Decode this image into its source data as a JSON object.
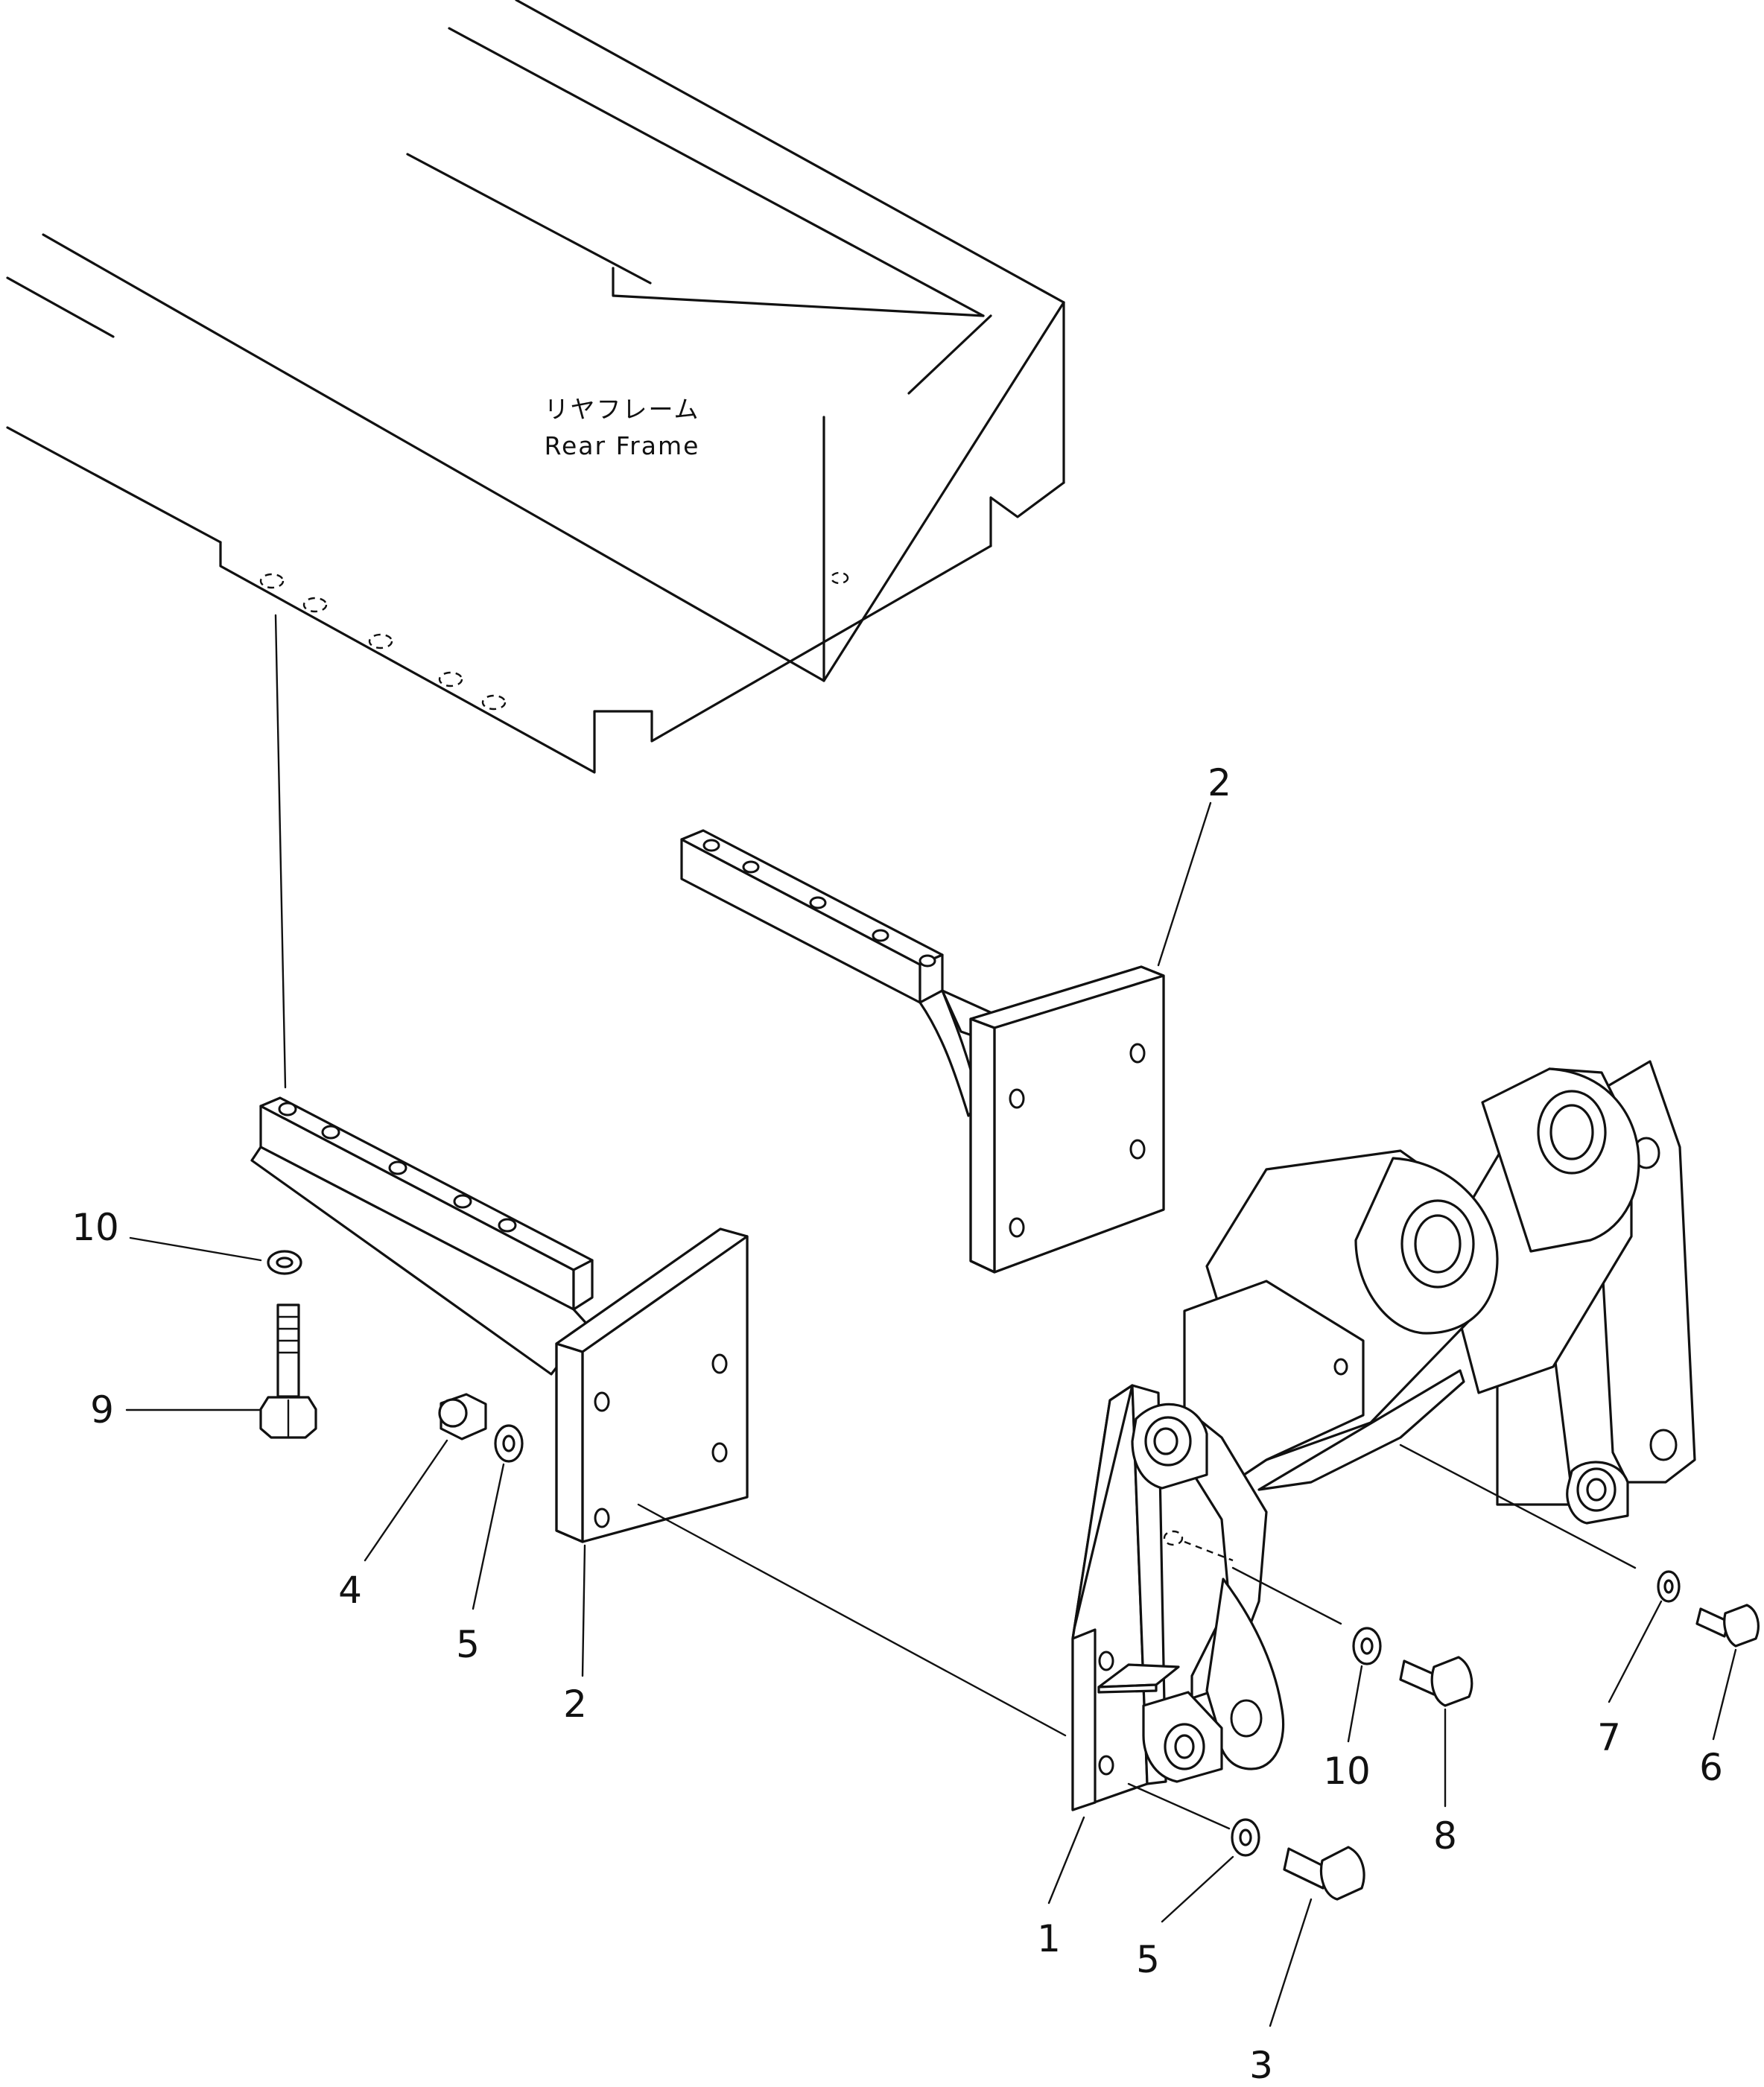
{
  "frame_label": {
    "japanese": "リヤフレーム",
    "english": "Rear Frame"
  },
  "callouts": {
    "c1": "1",
    "c2_upper": "2",
    "c2_lower": "2",
    "c3": "3",
    "c4": "4",
    "c5_left": "5",
    "c5_right": "5",
    "c6": "6",
    "c7": "7",
    "c8": "8",
    "c9": "9",
    "c10_left": "10",
    "c10_right": "10"
  }
}
